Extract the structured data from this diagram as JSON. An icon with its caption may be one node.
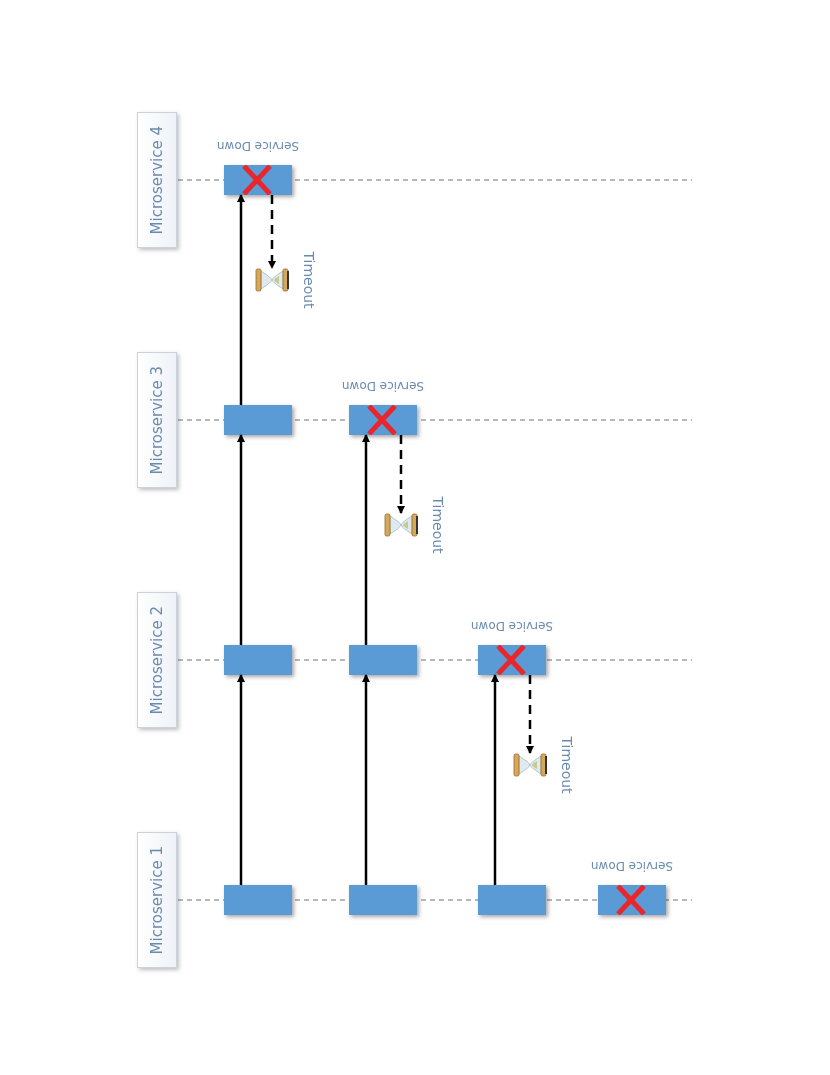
{
  "diagram": {
    "nodes": [
      {
        "text": [
          "Microservice 1"
        ]
      },
      {
        "text": [
          "Microservice 2"
        ]
      },
      {
        "text": [
          "Microservice 3"
        ]
      },
      {
        "text": [
          "Microservice 4"
        ]
      },
      {
        "text": [],
        "shape": "box"
      },
      {
        "text": [],
        "shape": "box"
      },
      {
        "text": [],
        "shape": "box"
      },
      {
        "text": [],
        "shape": "box",
        "beside": [
          "Service Down"
        ]
      },
      {
        "text": [],
        "shape": "box"
      },
      {
        "text": [],
        "shape": "box"
      },
      {
        "text": [],
        "shape": "box",
        "beside": [
          "Service Down"
        ]
      },
      {
        "text": [],
        "shape": "box"
      },
      {
        "text": [],
        "shape": "box",
        "beside": [
          "Service Down"
        ]
      },
      {
        "text": [],
        "shape": "box",
        "beside": [
          "Service Down"
        ]
      },
      {
        "text": [],
        "shape": "hourglass",
        "beside": [
          "Timeout"
        ]
      },
      {
        "text": [],
        "shape": "hourglass",
        "beside": [
          "Timeout"
        ]
      },
      {
        "text": [],
        "shape": "hourglass",
        "beside": [
          "Timeout"
        ]
      }
    ],
    "edges": [
      {
        "from": 4,
        "to": 5,
        "arrow": "to"
      },
      {
        "from": 5,
        "to": 6,
        "arrow": "to"
      },
      {
        "from": 6,
        "to": 7,
        "arrow": "to"
      },
      {
        "from": 8,
        "to": 9,
        "arrow": "to"
      },
      {
        "from": 9,
        "to": 10,
        "arrow": "to"
      },
      {
        "from": 11,
        "to": 12,
        "arrow": "to"
      },
      {
        "from": 7,
        "to": 14,
        "arrow": "to",
        "style": "dashed"
      },
      {
        "from": 10,
        "to": 15,
        "arrow": "to",
        "style": "dashed"
      },
      {
        "from": 12,
        "to": 16,
        "arrow": "to",
        "style": "dashed"
      }
    ]
  }
}
